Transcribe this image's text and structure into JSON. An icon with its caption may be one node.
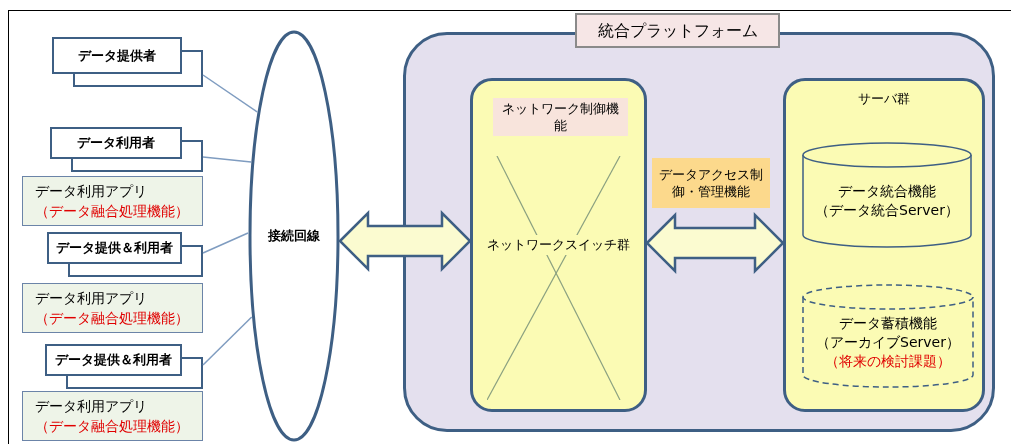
{
  "diagram": {
    "nodes": [
      {
        "text": [
          "データ提供者"
        ]
      },
      {
        "text": [
          "データ利用者"
        ]
      },
      {
        "text": [
          "データ利用アプリ",
          "（データ融合処理機能）"
        ]
      },
      {
        "text": [
          "データ提供＆利用者"
        ]
      },
      {
        "text": [
          "データ利用アプリ",
          "（データ融合処理機能）"
        ]
      },
      {
        "text": [
          "データ提供＆利用者"
        ]
      },
      {
        "text": [
          "データ利用アプリ",
          "（データ融合処理機能）"
        ]
      },
      {
        "text": [
          "接続回線"
        ]
      },
      {
        "text": [
          "統合プラットフォーム"
        ]
      },
      {
        "text": [
          "ネットワークスイッチ群"
        ],
        "in": 8
      },
      {
        "text": [
          "ネットワーク制御機能"
        ],
        "in": 9
      },
      {
        "text": [
          "データアクセス制御・管理機能"
        ],
        "in": 8
      },
      {
        "text": [
          "サーバ群"
        ],
        "in": 8
      },
      {
        "text": [
          "データ統合機能",
          "（データ統合Server）"
        ],
        "in": 12
      },
      {
        "text": [
          "データ蓄積機能",
          "（アーカイブServer）",
          "（将来の検討課題）"
        ],
        "in": 12
      }
    ],
    "edges": [
      {
        "from": 0,
        "to": 7,
        "arrow": "none"
      },
      {
        "from": 1,
        "to": 7,
        "arrow": "none"
      },
      {
        "from": 3,
        "to": 7,
        "arrow": "none"
      },
      {
        "from": 5,
        "to": 7,
        "arrow": "none"
      },
      {
        "from": 7,
        "to": 9,
        "arrow": "both",
        "style": "thick"
      },
      {
        "from": 9,
        "to": 12,
        "arrow": "both",
        "style": "thick"
      }
    ]
  }
}
